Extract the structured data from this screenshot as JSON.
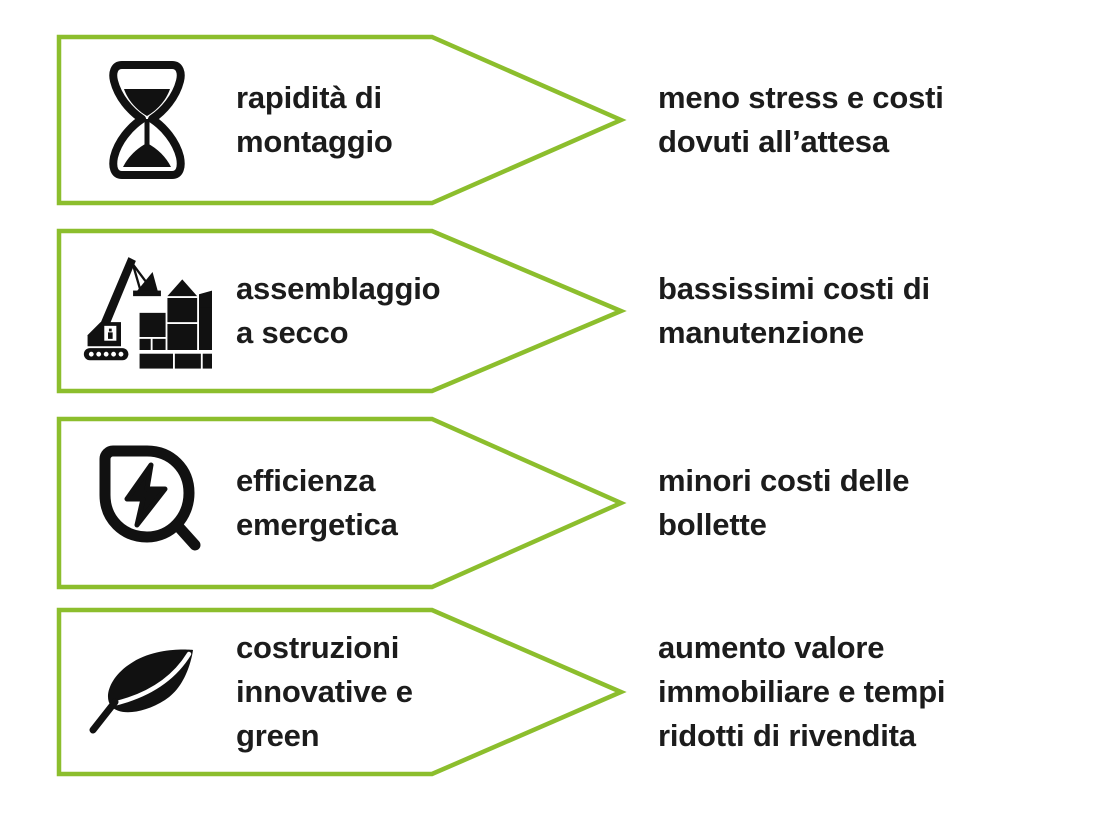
{
  "accent_color": "#8CBE2D",
  "text_color": "#1c1c1c",
  "background_color": "#ffffff",
  "rows": [
    {
      "icon": "hourglass-icon",
      "feature_lines": [
        "rapidità di",
        "montaggio"
      ],
      "benefit_lines": [
        "meno stress e costi",
        "dovuti all’attesa"
      ]
    },
    {
      "icon": "crane-construction-icon",
      "feature_lines": [
        "assemblaggio",
        "a secco"
      ],
      "benefit_lines": [
        "bassissimi costi di",
        "manutenzione"
      ]
    },
    {
      "icon": "energy-leaf-magnifier-icon",
      "feature_lines": [
        "efficienza",
        "emergetica"
      ],
      "benefit_lines": [
        "minori costi delle",
        "bollette"
      ]
    },
    {
      "icon": "leaf-icon",
      "feature_lines": [
        "costruzioni",
        "innovative e",
        "green"
      ],
      "benefit_lines": [
        "aumento valore",
        "immobiliare e tempi",
        "ridotti di rivendita"
      ]
    }
  ]
}
